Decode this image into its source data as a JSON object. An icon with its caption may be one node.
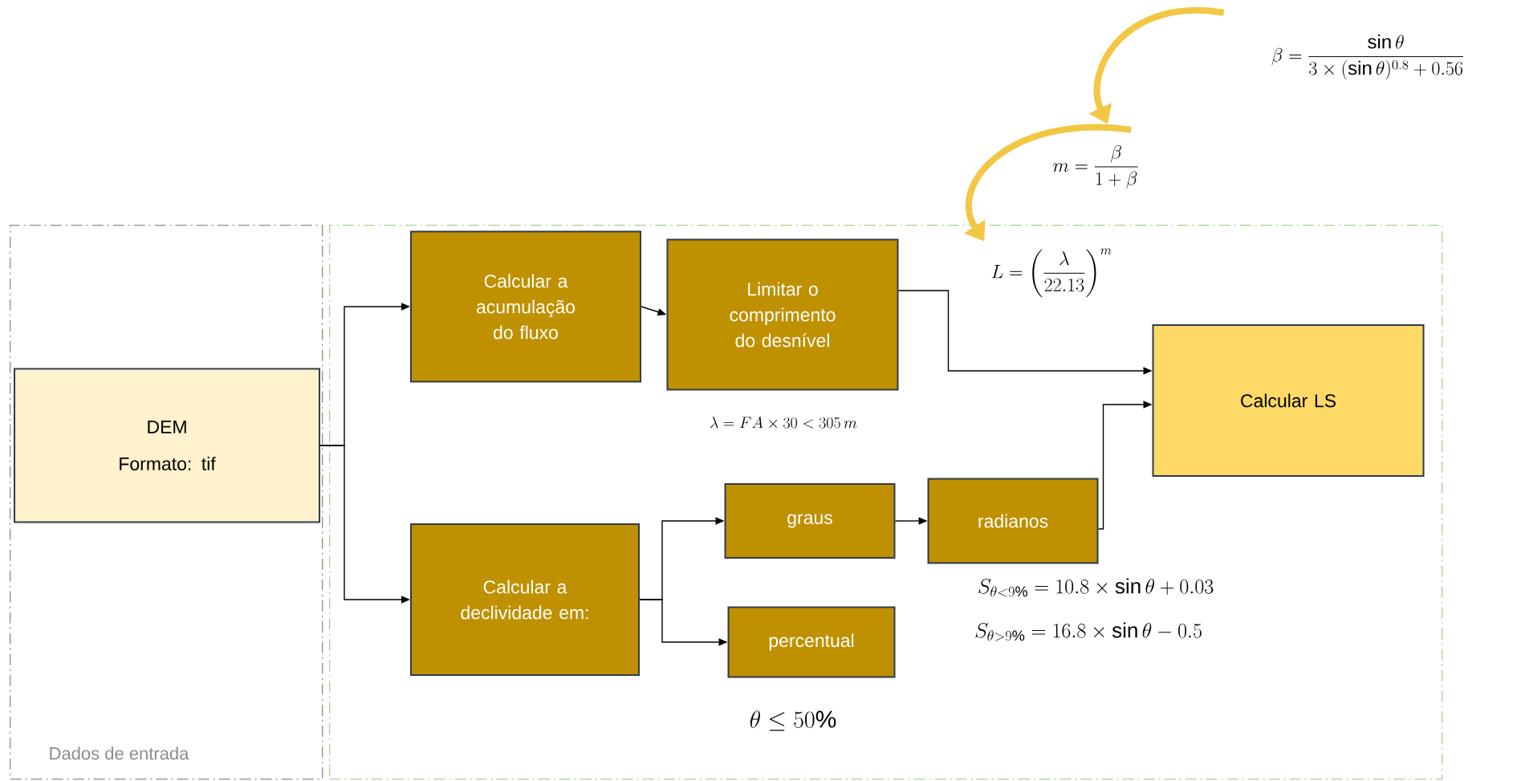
{
  "diagram": {
    "nodes": [
      {
        "text": [
          "Dados de entrada"
        ]
      },
      {
        "text": [
          "DEM",
          "Formato: tif"
        ],
        "in": 0
      },
      {
        "text": [],
        "shape": "box"
      },
      {
        "text": [
          "Calcular a acumulação do fluxo"
        ],
        "in": 2
      },
      {
        "text": [
          "Limitar o comprimento do desnível"
        ],
        "in": 2
      },
      {
        "text": [
          "Calcular LS"
        ],
        "in": 2
      },
      {
        "text": [
          "Calcular a declividade em:"
        ],
        "in": 2
      },
      {
        "text": [
          "graus"
        ],
        "in": 2
      },
      {
        "text": [
          "radianos"
        ],
        "in": 2
      },
      {
        "text": [
          "percentual"
        ],
        "in": 2
      },
      {
        "text": [
          "\\beta = \\frac{\\sin\\theta}{3\\times(\\sin\\theta)^{0.8}+0.56}"
        ]
      },
      {
        "text": [
          "m = \\frac{\\beta}{1+\\beta}"
        ]
      },
      {
        "text": [
          "L = \\left(\\frac{\\lambda}{22.13}\\right)^{m}"
        ],
        "in": 2
      }
    ],
    "edges": [
      {
        "from": 1,
        "to": 3,
        "arrow": "to"
      },
      {
        "from": 1,
        "to": 6,
        "arrow": "to"
      },
      {
        "from": 3,
        "to": 4,
        "arrow": "to"
      },
      {
        "from": 4,
        "to": 5,
        "arrow": "to"
      },
      {
        "from": 6,
        "to": 7,
        "arrow": "to"
      },
      {
        "from": 6,
        "to": 9,
        "arrow": "to"
      },
      {
        "from": 7,
        "to": 8,
        "arrow": "to"
      },
      {
        "from": 8,
        "to": 5,
        "arrow": "to"
      },
      {
        "from": 10,
        "to": 11,
        "arrow": "to",
        "style": "thick",
        "color": "#f2c744"
      },
      {
        "from": 11,
        "to": 12,
        "arrow": "to",
        "style": "thick",
        "color": "#f2c744"
      }
    ],
    "labels": [
      "\\lambda = FA \\times 30 < 305\\,m",
      "S_{\\theta<9\\%} = 10.8 \\times \\sin\\theta + 0.03",
      "S_{\\theta>9\\%} = 16.8 \\times \\sin\\theta - 0.5",
      "\\theta \\leq 50\\%"
    ]
  }
}
